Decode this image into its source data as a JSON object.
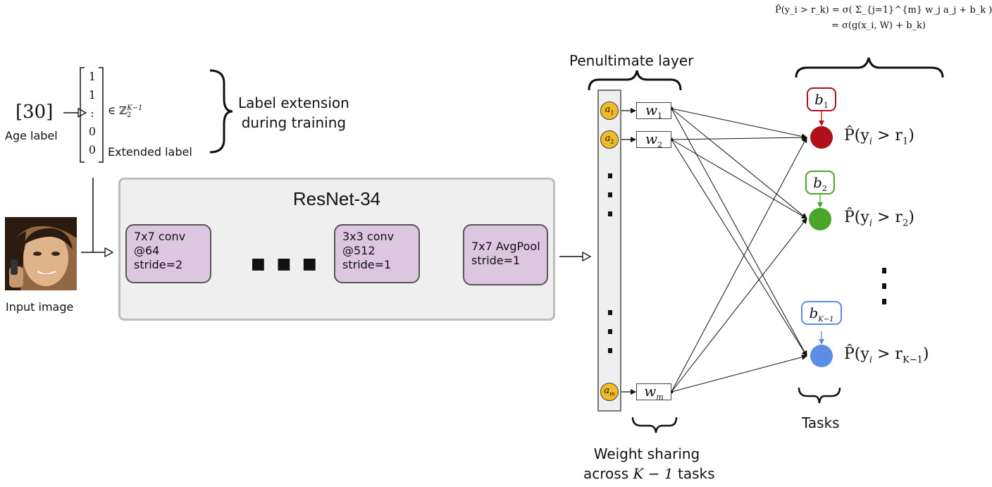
{
  "input": {
    "age_label_value": "[30]",
    "age_label_caption": "Age label",
    "extended_vector": [
      "1",
      "1",
      ":",
      "0",
      "0"
    ],
    "membership": "∈ ℤ",
    "membership_sub": "2",
    "membership_sup": "K−1",
    "extended_caption": "Extended label",
    "label_extension_line1": "Label extension",
    "label_extension_line2": "during training",
    "image_caption": "Input image"
  },
  "resnet": {
    "title": "ResNet-34",
    "blocks": [
      {
        "lines": [
          "7x7 conv",
          "@64",
          "stride=2"
        ]
      },
      {
        "lines": [
          "3x3 conv",
          "@512",
          "stride=1"
        ]
      },
      {
        "lines": [
          "7x7 AvgPool",
          "stride=1"
        ]
      }
    ],
    "ellipsis": "■ ■ ■"
  },
  "penultimate": {
    "title": "Penultimate layer",
    "nodes": [
      {
        "a": "a1",
        "a_main": "a",
        "a_sub": "1",
        "w_main": "w",
        "w_sub": "1"
      },
      {
        "a": "a2",
        "a_main": "a",
        "a_sub": "2",
        "w_main": "w",
        "w_sub": "2"
      },
      {
        "a": "am",
        "a_main": "a",
        "a_sub": "m",
        "w_main": "w",
        "w_sub": "m"
      }
    ],
    "weight_sharing_line1": "Weight sharing",
    "weight_sharing_line2_pre": "across",
    "weight_sharing_line2_math": "K − 1",
    "weight_sharing_line2_post": "tasks"
  },
  "outputs": {
    "formula_line1": "P̂(y_i > r_k) = σ( Σ_{j=1}^{m} w_j a_j + b_k )",
    "formula_line2": "= σ(g(x_i, W) + b_k)",
    "tasks": [
      {
        "bias_main": "b",
        "bias_sub": "1",
        "prob_main": "P̂(y",
        "prob_sub": "i",
        "prob_mid": " > r",
        "prob_sub2": "1",
        "prob_end": ")",
        "color": "#b0101a",
        "border": "#b0101a"
      },
      {
        "bias_main": "b",
        "bias_sub": "2",
        "prob_main": "P̂(y",
        "prob_sub": "i",
        "prob_mid": " > r",
        "prob_sub2": "2",
        "prob_end": ")",
        "color": "#4aa528",
        "border": "#4aa528"
      },
      {
        "bias_main": "b",
        "bias_sub": "K−1",
        "prob_main": "P̂(y",
        "prob_sub": "i",
        "prob_mid": " > r",
        "prob_sub2": "K−1",
        "prob_end": ")",
        "color": "#5b8de8",
        "border": "#5b8de8"
      }
    ],
    "tasks_caption": "Tasks"
  }
}
